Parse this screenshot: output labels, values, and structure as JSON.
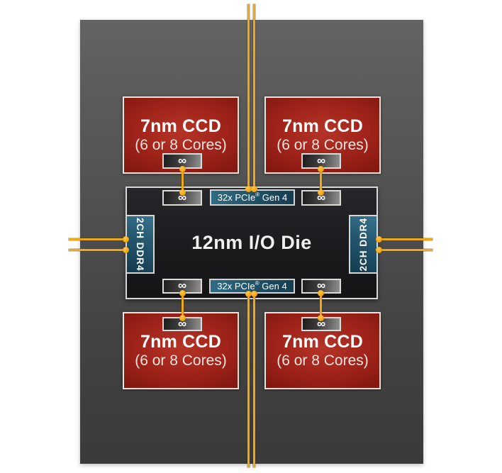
{
  "symbols": {
    "infinity": "∞"
  },
  "ccds": [
    {
      "title": "7nm CCD",
      "subtitle": "(6 or 8 Cores)"
    },
    {
      "title": "7nm CCD",
      "subtitle": "(6 or 8 Cores)"
    },
    {
      "title": "7nm CCD",
      "subtitle": "(6 or 8 Cores)"
    },
    {
      "title": "7nm CCD",
      "subtitle": "(6 or 8 Cores)"
    }
  ],
  "io_die": {
    "label": "12nm I/O Die"
  },
  "pcie": {
    "top": {
      "prefix": "32x PCIe",
      "reg": "®",
      "suffix": " Gen 4"
    },
    "bottom": {
      "prefix": "32x PCIe",
      "reg": "®",
      "suffix": " Gen 4"
    }
  },
  "memory": {
    "left": "2CH DDR4",
    "right": "2CH DDR4"
  },
  "colors": {
    "background": "#ffffff",
    "package_gray": "#4a4a4a",
    "ccd_red": "#9c2319",
    "io_die_black": "#1a1a1d",
    "interface_teal": "#1d4c62",
    "link_yellow": "#eeaa15",
    "border_white": "#e6e6e6"
  }
}
